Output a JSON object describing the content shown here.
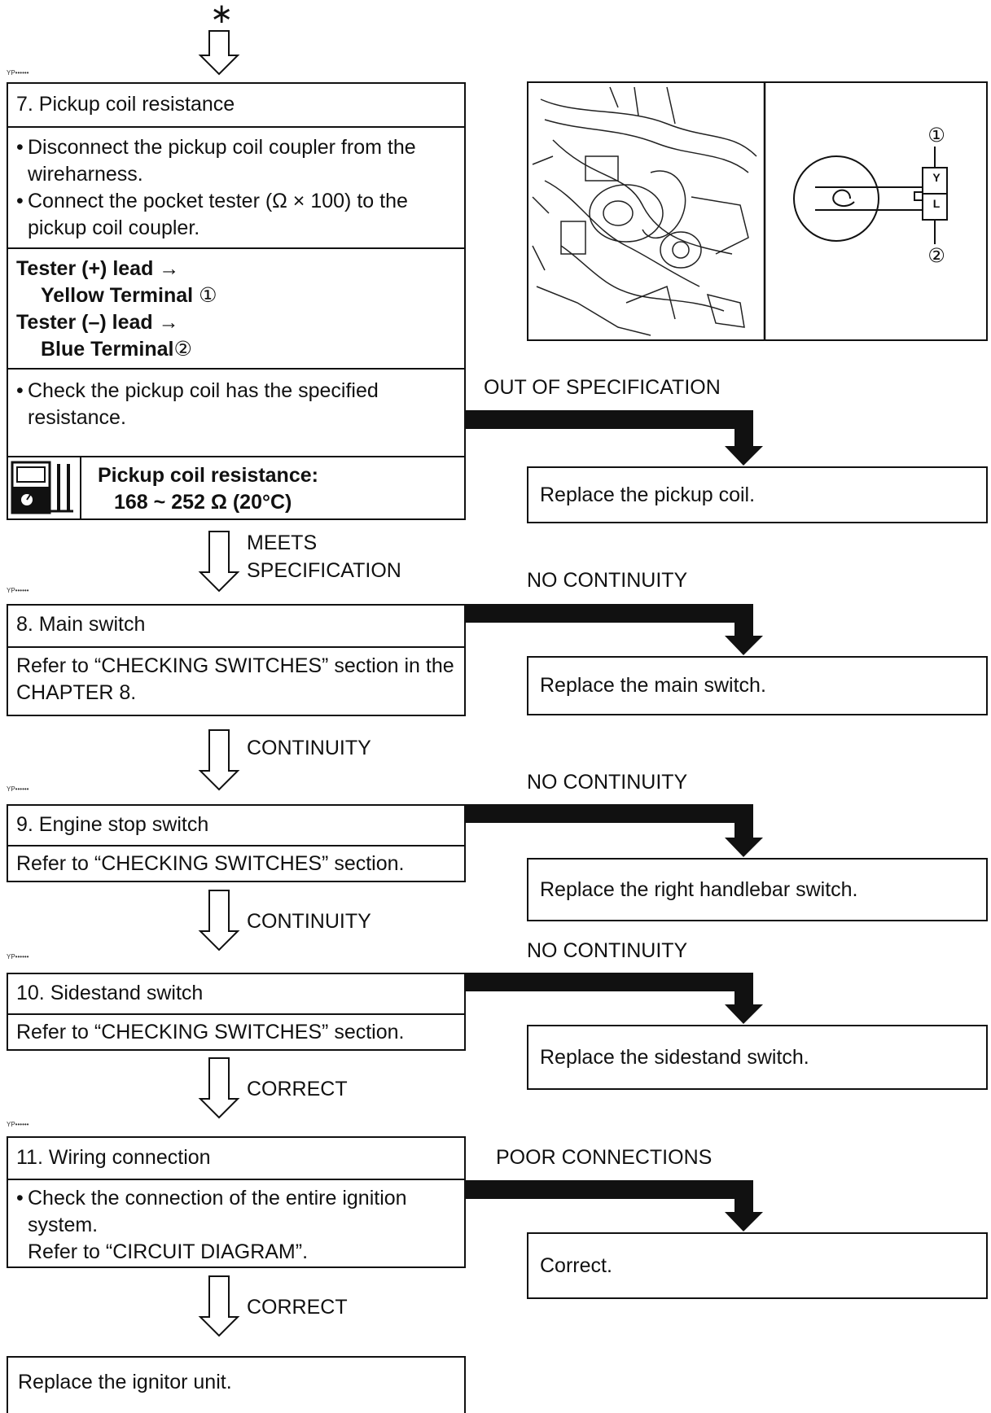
{
  "top_symbol": "∗",
  "yp_marker": "YP••••••",
  "step7": {
    "title": "7. Pickup coil resistance",
    "bullets": [
      "Disconnect the pickup coil coupler from the wireharness.",
      "Connect the pocket tester (Ω × 100) to the pickup coil coupler."
    ],
    "tester_plus": "Tester (+) lead →",
    "yellow_terminal": "Yellow Terminal",
    "tester_minus": "Tester (–) lead →",
    "blue_terminal": "Blue Terminal",
    "check": "Check the pickup coil has the specified resistance.",
    "spec_label": "Pickup coil resistance:",
    "spec_value": "168 ~ 252 Ω (20°C)",
    "marker1": "①",
    "marker2": "②"
  },
  "connector": {
    "pin_top": "Y",
    "pin_bottom": "L",
    "callout1": "①",
    "callout2": "②"
  },
  "out_of_spec": "OUT OF SPECIFICATION",
  "replace_pickup": "Replace the pickup coil.",
  "meets_spec_1": "MEETS",
  "meets_spec_2": "SPECIFICATION",
  "step8": {
    "title": "8. Main switch",
    "text": "Refer to “CHECKING SWITCHES” section in the CHAPTER 8."
  },
  "no_continuity_1": "NO CONTINUITY",
  "replace_main": "Replace the main switch.",
  "continuity_1": "CONTINUITY",
  "step9": {
    "title": "9. Engine stop switch",
    "text": "Refer to “CHECKING SWITCHES” section."
  },
  "no_continuity_2": "NO CONTINUITY",
  "replace_right": "Replace the right handlebar switch.",
  "continuity_2": "CONTINUITY",
  "step10": {
    "title": "10. Sidestand switch",
    "text": "Refer to “CHECKING SWITCHES” section."
  },
  "no_continuity_3": "NO CONTINUITY",
  "replace_sidestand": "Replace the sidestand switch.",
  "correct_1": "CORRECT",
  "step11": {
    "title": "11. Wiring connection",
    "bullet": "Check the connection of the entire ignition system.",
    "sub": "Refer to “CIRCUIT DIAGRAM”."
  },
  "poor_connections": "POOR CONNECTIONS",
  "correct_box": "Correct.",
  "correct_2": "CORRECT",
  "final": "Replace the ignitor unit."
}
